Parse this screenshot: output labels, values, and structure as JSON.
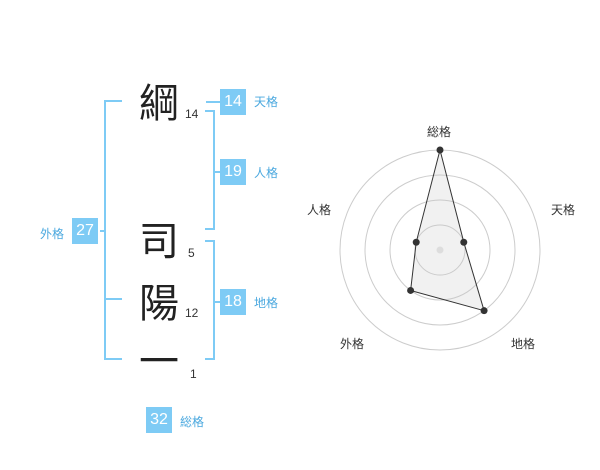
{
  "name_chars": [
    {
      "char": "綱",
      "strokes": "14"
    },
    {
      "char": "司",
      "strokes": "5"
    },
    {
      "char": "陽",
      "strokes": "12"
    },
    {
      "char": "一",
      "strokes": "1"
    }
  ],
  "scores": {
    "tenkaku": {
      "value": "14",
      "label": "天格"
    },
    "jinkaku": {
      "value": "19",
      "label": "人格"
    },
    "chikaku": {
      "value": "18",
      "label": "地格"
    },
    "gaikaku": {
      "value": "27",
      "label": "外格"
    },
    "soukaku": {
      "value": "32",
      "label": "総格"
    }
  },
  "colors": {
    "accent": "#7ecbf5",
    "label": "#4aa8df"
  },
  "chart_data": {
    "type": "radar",
    "axes": [
      "総格",
      "天格",
      "地格",
      "外格",
      "人格"
    ],
    "values": [
      4,
      1,
      3,
      2,
      1
    ],
    "max": 4,
    "grid": true
  }
}
